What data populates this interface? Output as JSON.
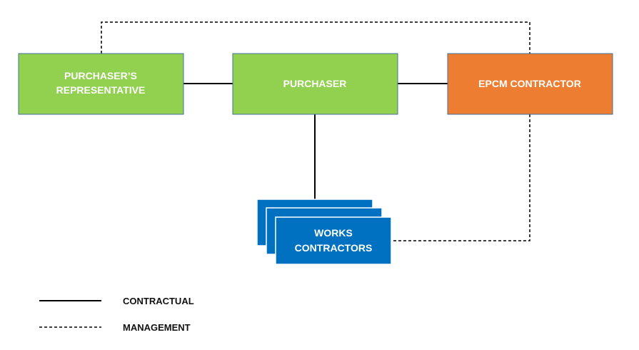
{
  "nodes": {
    "purchasers_rep": {
      "line1": "PURCHASER’S",
      "line2": "REPRESENTATIVE",
      "color": "#92d050"
    },
    "purchaser": {
      "label": "PURCHASER",
      "color": "#92d050"
    },
    "epcm": {
      "label": "EPCM CONTRACTOR",
      "color": "#ed7d31"
    },
    "works": {
      "line1": "WORKS",
      "line2": "CONTRACTORS",
      "color": "#0070c0"
    }
  },
  "edges": [
    {
      "from": "purchasers_rep",
      "to": "purchaser",
      "type": "contractual"
    },
    {
      "from": "purchaser",
      "to": "epcm",
      "type": "contractual"
    },
    {
      "from": "purchaser",
      "to": "works",
      "type": "contractual"
    },
    {
      "from": "purchasers_rep",
      "to": "epcm",
      "type": "management"
    },
    {
      "from": "epcm",
      "to": "works",
      "type": "management"
    }
  ],
  "legend": {
    "contractual": "CONTRACTUAL",
    "management": "MANAGEMENT"
  },
  "colors": {
    "node_border": "#41719c",
    "line": "#000000",
    "text": "#ffffff"
  }
}
